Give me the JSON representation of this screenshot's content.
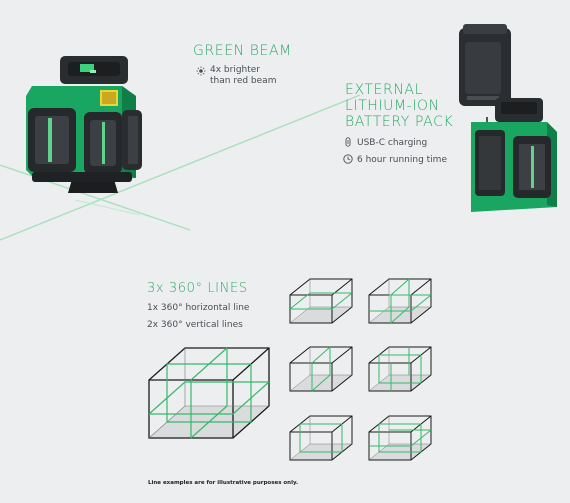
{
  "green_beam": {
    "title": "GREEN BEAM",
    "feature_line1": "4x brighter",
    "feature_line2": "than red beam",
    "icon": "sun-icon"
  },
  "battery": {
    "title_line1": "EXTERNAL",
    "title_line2": "LITHIUM-ION",
    "title_line3": "BATTERY PACK",
    "features": [
      {
        "icon": "usb-c-icon",
        "text": "USB-C charging"
      },
      {
        "icon": "clock-icon",
        "text": "6 hour running time"
      }
    ]
  },
  "lines": {
    "title": "3x 360° LINES",
    "spec1": "1x 360° horizontal line",
    "spec2": "2x 360° vertical lines",
    "disclaimer": "Line examples are for illustrative purposes only."
  },
  "colors": {
    "accent_green": "#2fa86a",
    "laser_green": "#5fd38a",
    "device_green": "#14a05a",
    "device_dark": "#26292c",
    "background": "#eceeef"
  }
}
